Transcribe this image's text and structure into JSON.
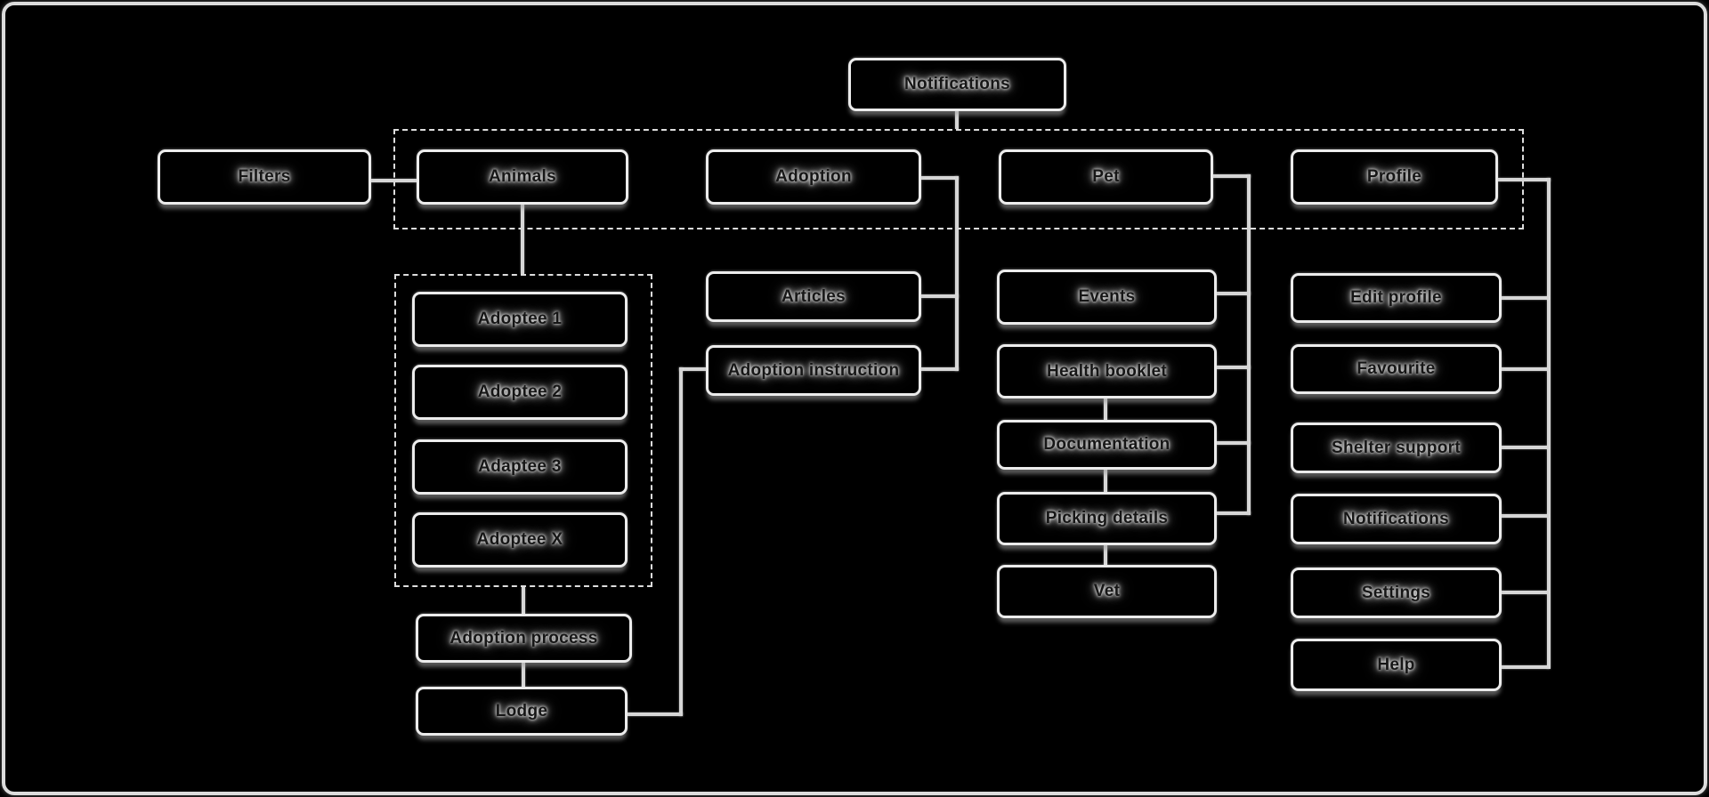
{
  "canvas": {
    "background_color": "#000000",
    "box_border_color": "#ececec",
    "connector_color": "#d6d6d6",
    "text_color": "#161616",
    "text_glow_color": "#ffffff"
  },
  "nodes": {
    "notifications_root": "Notifications",
    "filters": "Filters",
    "animals": "Animals",
    "adoption": "Adoption",
    "pet": "Pet",
    "profile": "Profile",
    "adoptee_1": "Adoptee 1",
    "adoptee_2": "Adoptee 2",
    "adoptee_3": "Adaptee 3",
    "adoptee_x": "Adoptee X",
    "adoption_process": "Adoption process",
    "lodge": "Lodge",
    "articles": "Articles",
    "adoption_instruction": "Adoption instruction",
    "events": "Events",
    "health_booklet": "Health booklet",
    "documentation": "Documentation",
    "picking_details": "Picking details",
    "vet": "Vet",
    "edit_profile": "Edit profile",
    "favourite": "Favourite",
    "shelter_support": "Shelter support",
    "notifications_profile": "Notifications",
    "settings": "Settings",
    "help": "Help"
  }
}
